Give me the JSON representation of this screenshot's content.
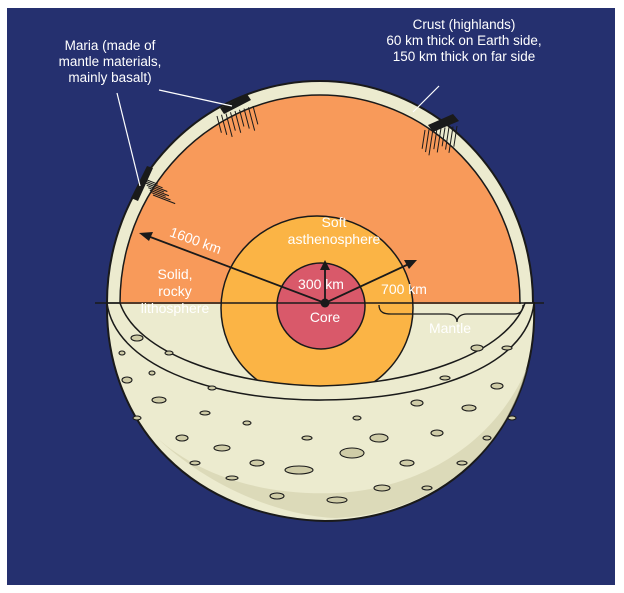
{
  "colors": {
    "background": "#25306f",
    "crust": "#ecebcf",
    "crust_shadow": "#cfcca7",
    "mantle": "#f89a5a",
    "asthenosphere": "#fbb445",
    "core": "#d9596a",
    "outline": "#1a1a1a"
  },
  "labels": {
    "maria": [
      "Maria (made of",
      "mantle materials,",
      "mainly basalt)"
    ],
    "crust": [
      "Crust (highlands)",
      "60 km thick on Earth side,",
      "150 km thick on far side"
    ],
    "asthenosphere": [
      "Soft",
      "asthenosphere"
    ],
    "lithosphere": [
      "Solid,",
      "rocky",
      "lithosphere"
    ],
    "radius_1600": "1600 km",
    "radius_300": "300 km",
    "radius_700": "700 km",
    "core": "Core",
    "mantle": "Mantle"
  }
}
